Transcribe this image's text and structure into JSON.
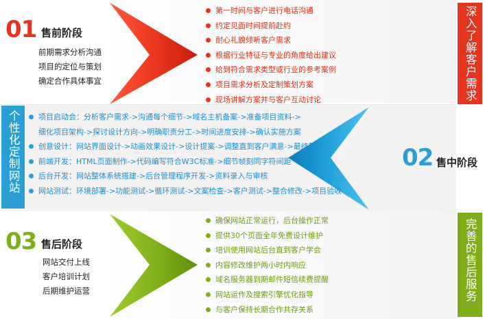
{
  "phase1": {
    "number": "01",
    "title": "售前阶段",
    "subitems": [
      "前期需求分析沟通",
      "项目的定位与策划",
      "确定合作具体事宜"
    ],
    "bullets": [
      "第一时间与客户进行电话沟通",
      "约定见面时间提前赴约",
      "耐心礼貌倾听客户需求",
      "根据行业特征与专业的角度给出建议",
      "给到符合需求类型或行业的参考案例",
      "项目需求分析及定制策划方案",
      "现场讲解方案并与客户互动讨论"
    ],
    "side_tab": "深入了解客户需求",
    "color": "#e4331f"
  },
  "phase2": {
    "number": "02",
    "title": "售中阶段",
    "side_tab": "个性化定制网站",
    "bullets": [
      "项目启动会：分析客户需求->沟通每个细节->域名主机备案->准备项目资料->",
      "细化项目架构->探讨设计方向->明确职责分工->时间进度安排->确认实施方案",
      "创意设计：网站界面设计->动画效果设计->设计提案->调整直到客户满意->最终确认",
      "前端开发：HTML页面制作->代码编写符合W3C标准->细节帧刻同字符间距",
      "后台开发：网站整体系统搭建->后台管理程序开发->资料录入与审核",
      "网站测试：环境部署->功能测试->循环测试->文案检查->客户测试->整合修改->项目验收"
    ],
    "bullet_flags": [
      true,
      false,
      true,
      true,
      true,
      true
    ],
    "color": "#2a9fd6"
  },
  "phase3": {
    "number": "03",
    "title": "售后阶段",
    "subitems": [
      "网站交付上线",
      "客户培训计划",
      "后期维护运营"
    ],
    "bullets": [
      "确保网站正常运行，后台操作正常",
      "提供30个页面全年免费设计维护",
      "培训使用网站后台直到客户学会",
      "内容修改维护两小时内响应",
      "域名服务器到期邮件短信续费提醒",
      "网站运作及搜索引擎优化指导",
      "与客户保持长期合作共存关系"
    ],
    "side_tab": "完善的售后服务",
    "color": "#7fae1d"
  }
}
